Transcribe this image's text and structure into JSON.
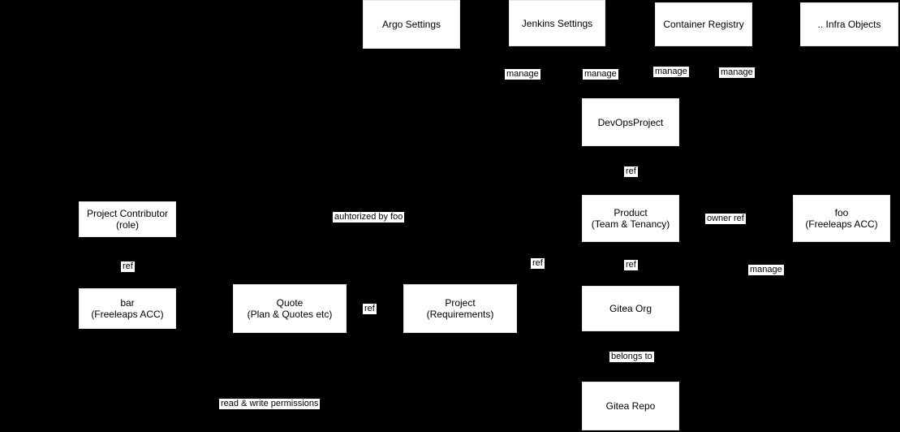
{
  "diagram": {
    "background_color": "#000000",
    "node_fill_color": "#ffffff",
    "node_text_color": "#000000",
    "nodes": [
      {
        "id": "argo-settings",
        "label": "Argo Settings"
      },
      {
        "id": "jenkins-settings",
        "label": "Jenkins Settings"
      },
      {
        "id": "container-registry",
        "label": "Container Registry"
      },
      {
        "id": "infra-objects",
        "label": ".. Infra Objects"
      },
      {
        "id": "devops-project",
        "label": "DevOpsProject"
      },
      {
        "id": "product",
        "label": "Product\n(Team & Tenancy)"
      },
      {
        "id": "foo-account",
        "label": "foo\n(Freeleaps ACC)"
      },
      {
        "id": "project-contributor",
        "label": "Project Contributor\n(role)"
      },
      {
        "id": "bar-account",
        "label": "bar\n(Freeleaps ACC)"
      },
      {
        "id": "quote",
        "label": "Quote\n(Plan & Quotes etc)"
      },
      {
        "id": "project",
        "label": "Project\n(Requirements)"
      },
      {
        "id": "gitea-org",
        "label": "Gitea Org"
      },
      {
        "id": "gitea-repo",
        "label": "Gitea Repo"
      }
    ],
    "edge_labels": [
      {
        "id": "manage-argo",
        "text": "manage"
      },
      {
        "id": "manage-jenkins",
        "text": "manage"
      },
      {
        "id": "manage-registry",
        "text": "manage"
      },
      {
        "id": "manage-infra",
        "text": "manage"
      },
      {
        "id": "ref-devops-product",
        "text": "ref"
      },
      {
        "id": "authorized-by-foo",
        "text": "auhtorized by foo"
      },
      {
        "id": "owner-ref",
        "text": "owner ref"
      },
      {
        "id": "ref-contributor-bar",
        "text": "ref"
      },
      {
        "id": "ref-project-product",
        "text": "ref"
      },
      {
        "id": "ref-product-gitea",
        "text": "ref"
      },
      {
        "id": "manage-right",
        "text": "manage"
      },
      {
        "id": "ref-quote-project",
        "text": "ref"
      },
      {
        "id": "belongs-to",
        "text": "belongs to"
      },
      {
        "id": "read-write-perms",
        "text": "read & write permissions"
      }
    ]
  }
}
